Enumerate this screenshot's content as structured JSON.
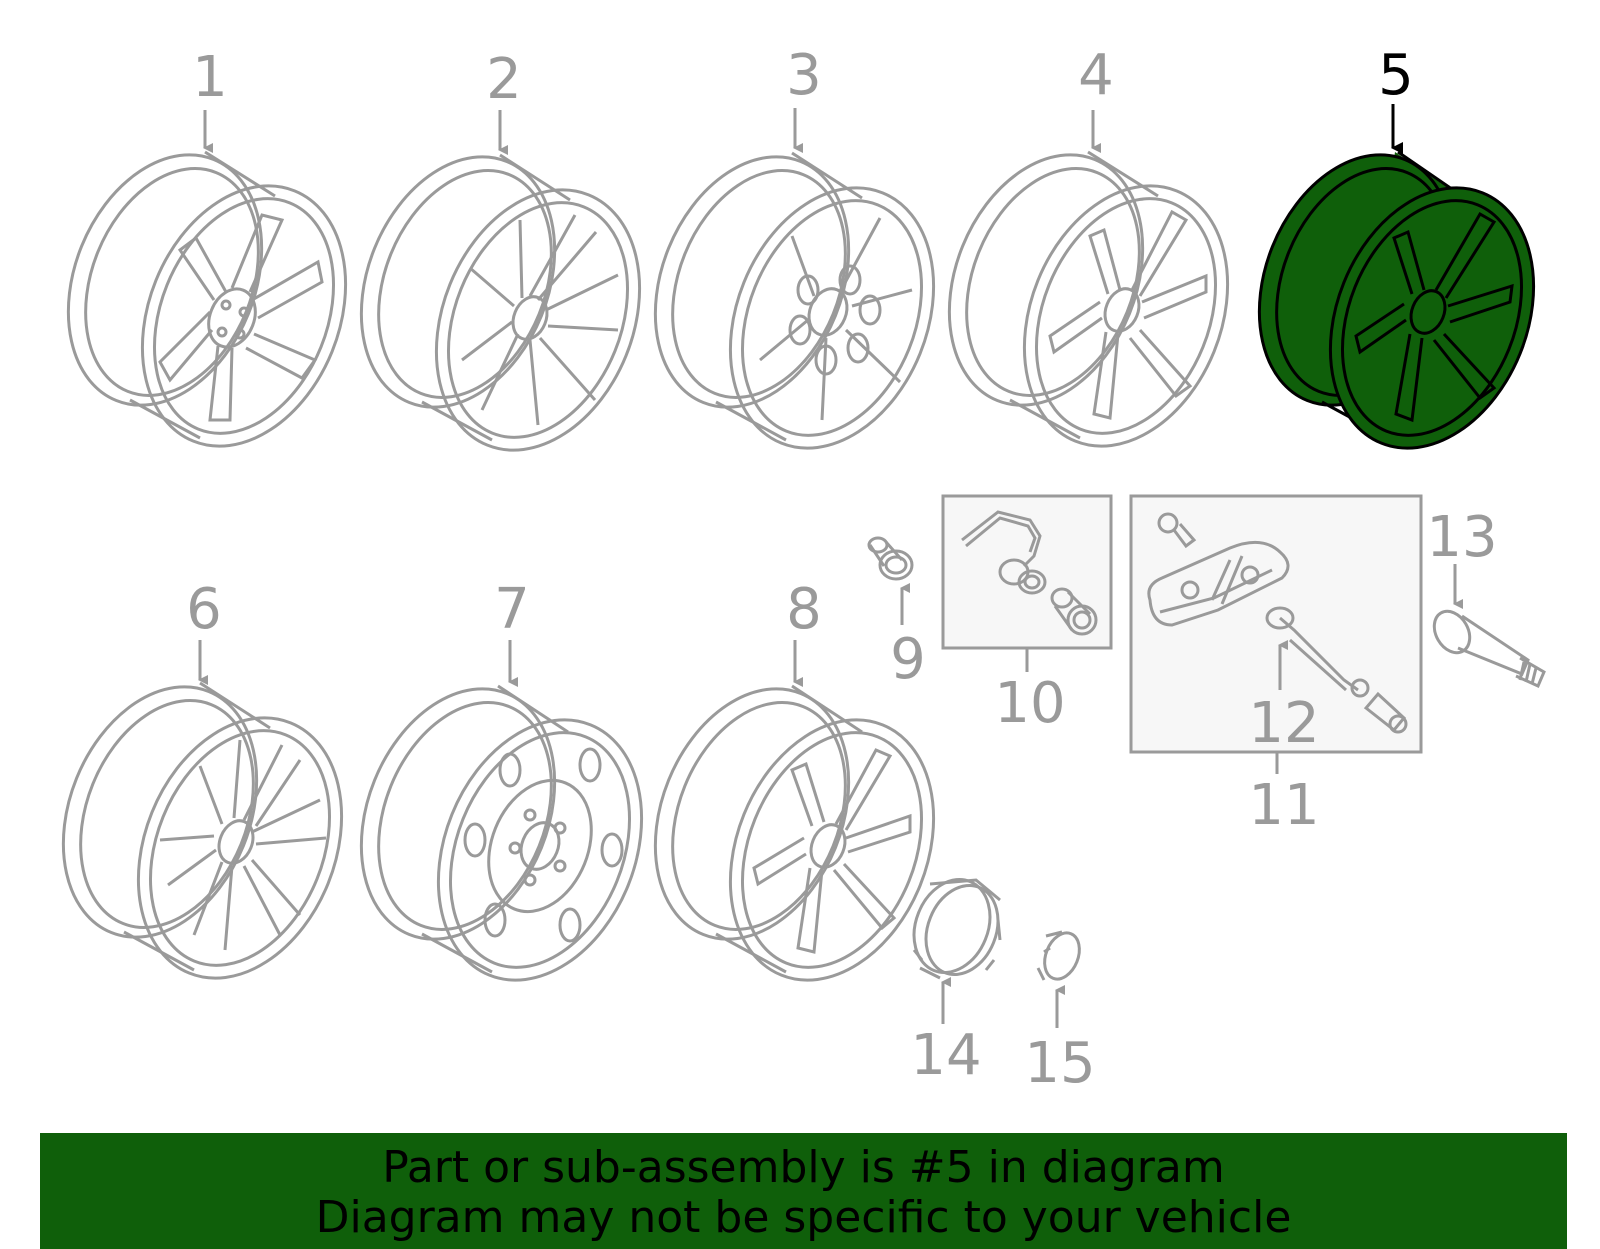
{
  "highlight_color": "#0f5f0a",
  "line_color": "#9a9a9a",
  "highlighted_part": "5",
  "callouts": {
    "c1": "1",
    "c2": "2",
    "c3": "3",
    "c4": "4",
    "c5": "5",
    "c6": "6",
    "c7": "7",
    "c8": "8",
    "c9": "9",
    "c10": "10",
    "c11": "11",
    "c12": "12",
    "c13": "13",
    "c14": "14",
    "c15": "15"
  },
  "footer": {
    "line1": "Part or sub-assembly is #5 in diagram",
    "line2": "Diagram may not be specific to your vehicle"
  }
}
